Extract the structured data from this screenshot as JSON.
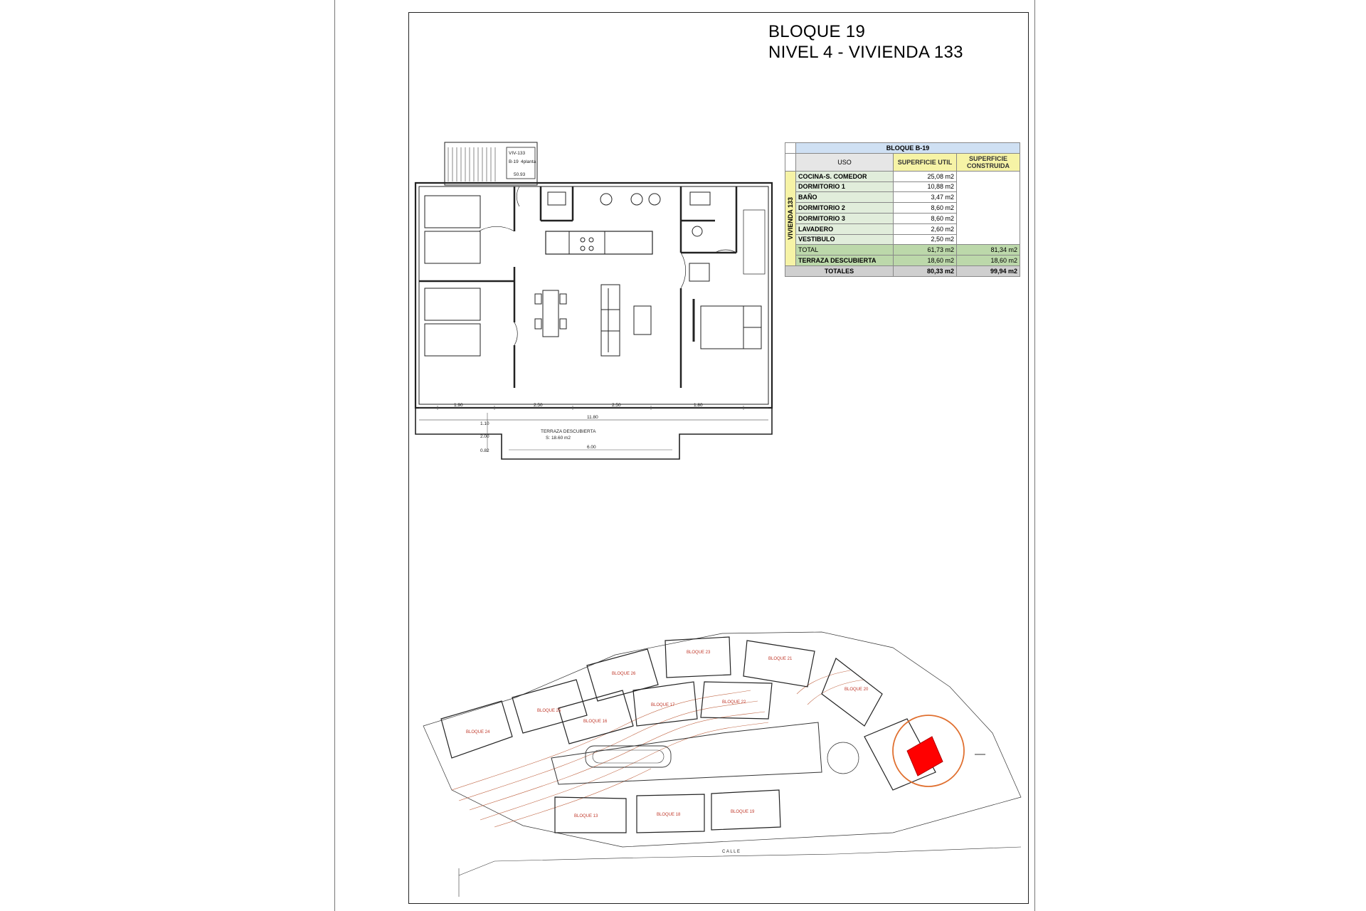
{
  "title": {
    "line1": "BLOQUE 19",
    "line2": "NIVEL 4 - VIVIENDA 133"
  },
  "plan": {
    "tag": {
      "unit": "VIV-133",
      "block": "B-19",
      "floor": "4planta",
      "area": "50.93"
    },
    "dims": {
      "d1": "1.90",
      "d2": "2.50",
      "d3": "2.50",
      "d4": "1.80",
      "total": "11.80",
      "v1": "1.10",
      "v2": "2.00",
      "v3": "0.82",
      "bottom": "6.00"
    },
    "terrace_label": "TERRAZA DESCUBIERTA",
    "terrace_area": "S: 18.60 m2"
  },
  "table": {
    "header": "BLOQUE B-19",
    "col_uso": "USO",
    "col_util": "SUPERFICIE UTIL",
    "col_construida": "SUPERFICIE CONSTRUIDA",
    "side_label": "VIVIENDA 133",
    "rows": [
      {
        "uso": "COCINA-S. COMEDOR",
        "util": "25,08 m2"
      },
      {
        "uso": "DORMITORIO 1",
        "util": "10,88 m2"
      },
      {
        "uso": "BAÑO",
        "util": "3,47 m2"
      },
      {
        "uso": "DORMITORIO 2",
        "util": "8,60 m2"
      },
      {
        "uso": "DORMITORIO 3",
        "util": "8,60 m2"
      },
      {
        "uso": "LAVADERO",
        "util": "2,60 m2"
      },
      {
        "uso": "VESTIBULO",
        "util": "2,50 m2"
      }
    ],
    "total": {
      "uso": "TOTAL",
      "util": "61,73 m2",
      "construida": "81,34 m2"
    },
    "terraza": {
      "uso": "TERRAZA DESCUBIERTA",
      "util": "18,60 m2",
      "construida": "18,60 m2"
    },
    "totales": {
      "uso": "TOTALES",
      "util": "80,33 m2",
      "construida": "99,94 m2"
    }
  },
  "site": {
    "blocks": [
      {
        "label": "BLOQUE 22"
      },
      {
        "label": "BLOQUE 23"
      },
      {
        "label": "BLOQUE 21"
      },
      {
        "label": "BLOQUE 24"
      },
      {
        "label": "BLOQUE 25"
      },
      {
        "label": "BLOQUE 26"
      },
      {
        "label": "BLOQUE 16"
      },
      {
        "label": "BLOQUE 17"
      },
      {
        "label": "BLOQUE 20"
      },
      {
        "label": "BLOQUE 13"
      },
      {
        "label": "BLOQUE 18"
      },
      {
        "label": "BLOQUE 19"
      }
    ],
    "street": "CALLE",
    "highlight_color": "#ff0000",
    "circle_color": "#e07030"
  }
}
